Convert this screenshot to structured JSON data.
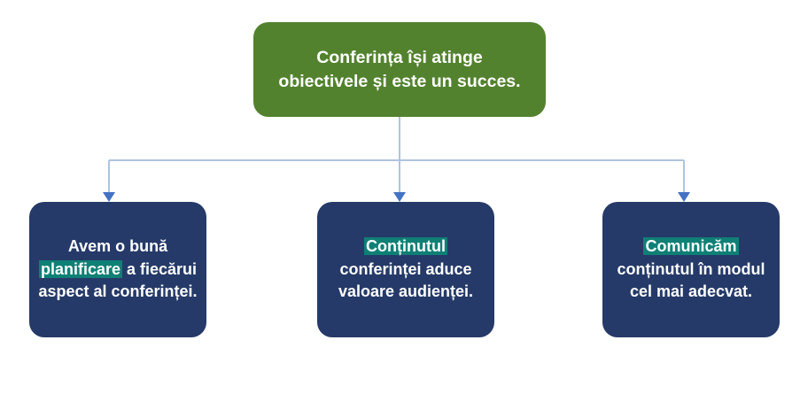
{
  "diagram": {
    "type": "hierarchy-tree",
    "orientation": "top-down",
    "background_color": "#FFFFFF",
    "root": {
      "id": "root",
      "label": "Conferința își atinge obiectivele și este un succes.",
      "line1": "Conferința își atinge",
      "line2": "obiectivele și este un succes.",
      "fill_color": "#53822F",
      "text_color": "#FFFFFF"
    },
    "children": [
      {
        "id": "leaf-1",
        "fill_color": "#253A68",
        "text_color": "#FFFFFF",
        "highlight_color": "#0F8075",
        "highlight_word": "planificare",
        "label": "Avem o bună planificare a fiecărui aspect al conferinței.",
        "before_highlight": "Avem o bună ",
        "after_highlight": " a fiecărui aspect al conferinței."
      },
      {
        "id": "leaf-2",
        "fill_color": "#253A68",
        "text_color": "#FFFFFF",
        "highlight_color": "#0F8075",
        "highlight_word": "Conținutul",
        "label": "Conținutul conferinței aduce valoare audienței.",
        "before_highlight": "",
        "after_highlight": " conferinței aduce valoare audienței."
      },
      {
        "id": "leaf-3",
        "fill_color": "#253A68",
        "text_color": "#FFFFFF",
        "highlight_color": "#0F8075",
        "highlight_word": "Comunicăm",
        "label": "Comunicăm conținutul în modul cel mai adecvat.",
        "before_highlight": "",
        "after_highlight": " conținutul în modul cel mai adecvat."
      }
    ],
    "connectors": {
      "line_color": "#AFC4DE",
      "arrow_color": "#4472C4",
      "line_width": 2
    }
  }
}
